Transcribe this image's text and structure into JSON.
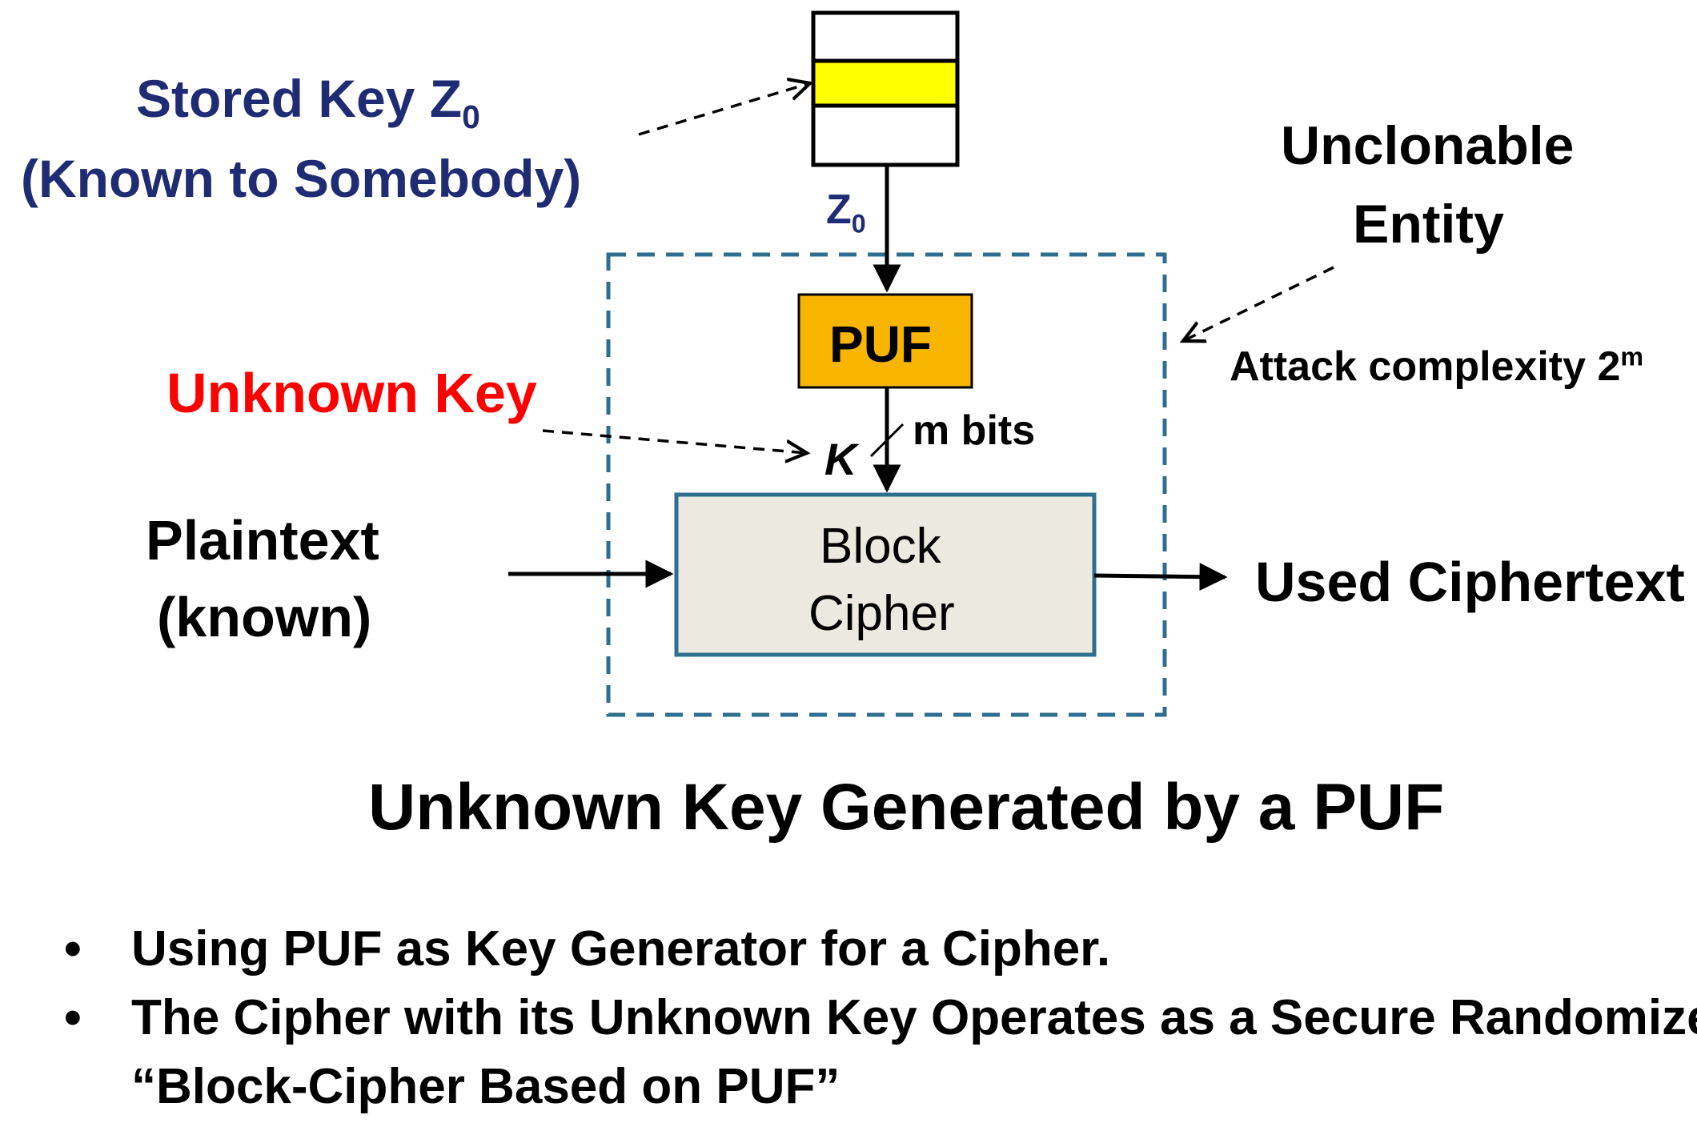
{
  "colors": {
    "navy": "#1f2c73",
    "red": "#ff0000",
    "dashed_box": "#2e6e8e",
    "key_register_fill": "#ffff00",
    "puf_fill": "#f7b500",
    "cipher_fill": "#eceae0",
    "cipher_border": "#2e6e8e"
  },
  "labels": {
    "stored_key_line1": "Stored Key Z",
    "stored_key_sub": "0",
    "stored_key_line2": "(Known to Somebody)",
    "z0_main": "Z",
    "z0_sub": "0",
    "unclonable_line1": "Unclonable",
    "unclonable_line2": "Entity",
    "attack_complexity": "Attack complexity 2",
    "attack_complexity_sup": "m",
    "puf": "PUF",
    "unknown_key": "Unknown Key",
    "k": "K",
    "m_bits": "m bits",
    "block_cipher_line1": "Block",
    "block_cipher_line2": "Cipher",
    "plaintext_line1": "Plaintext",
    "plaintext_line2": "(known)",
    "used_ciphertext": "Used Ciphertext",
    "title": "Unknown Key Generated by a PUF"
  },
  "bullets": {
    "marker": "•",
    "items": [
      "Using  PUF as Key Generator for a Cipher.",
      "The Cipher with its Unknown Key Operates as a Secure Randomizer"
    ],
    "continuation": "“Block-Cipher Based on PUF”"
  }
}
